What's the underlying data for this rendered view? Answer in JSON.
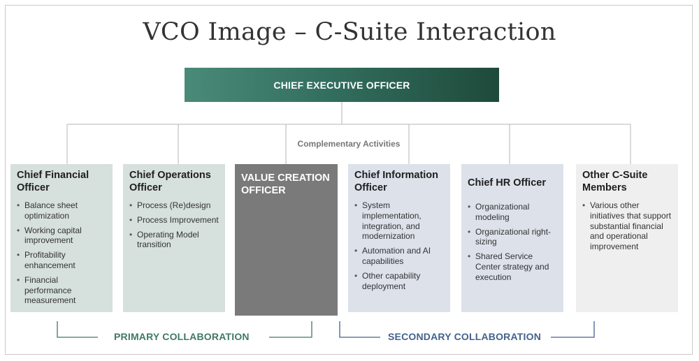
{
  "title": "VCO Image – C-Suite Interaction",
  "ceo": "CHIEF EXECUTIVE OFFICER",
  "complementary": "Complementary Activities",
  "cards": [
    {
      "title": "Chief Financial Officer",
      "bullets": [
        "Balance sheet optimization",
        "Working capital improvement",
        "Profitability enhancement",
        "Financial performance measurement"
      ]
    },
    {
      "title": "Chief Operations Officer",
      "bullets": [
        "Process (Re)design",
        "Process Improvement",
        "Operating Model transition"
      ]
    },
    {
      "title": "VALUE CREATION OFFICER"
    },
    {
      "title": "Chief Information Officer",
      "bullets": [
        "System implementation, integration, and modernization",
        "Automation and AI capabilities",
        "Other capability deployment"
      ]
    },
    {
      "title": "Chief HR Officer",
      "bullets": [
        "Organizational modeling",
        "Organizational right-sizing",
        "Shared Service Center strategy and execution"
      ]
    },
    {
      "title": "Other C-Suite Members",
      "bullets": [
        "Various other initiatives that support substantial financial and operational improvement"
      ]
    }
  ],
  "collaboration": {
    "primary": "PRIMARY COLLABORATION",
    "secondary": "SECONDARY COLLABORATION"
  },
  "colors": {
    "ceo_gradient_start": "#4a8a78",
    "ceo_gradient_end": "#1e4a3b",
    "primary_group": "#d6e0dd",
    "secondary_group": "#dce1ea",
    "vco": "#7a7a7a",
    "other": "#efefef",
    "primary_text": "#3f7a63",
    "secondary_text": "#43628c"
  }
}
